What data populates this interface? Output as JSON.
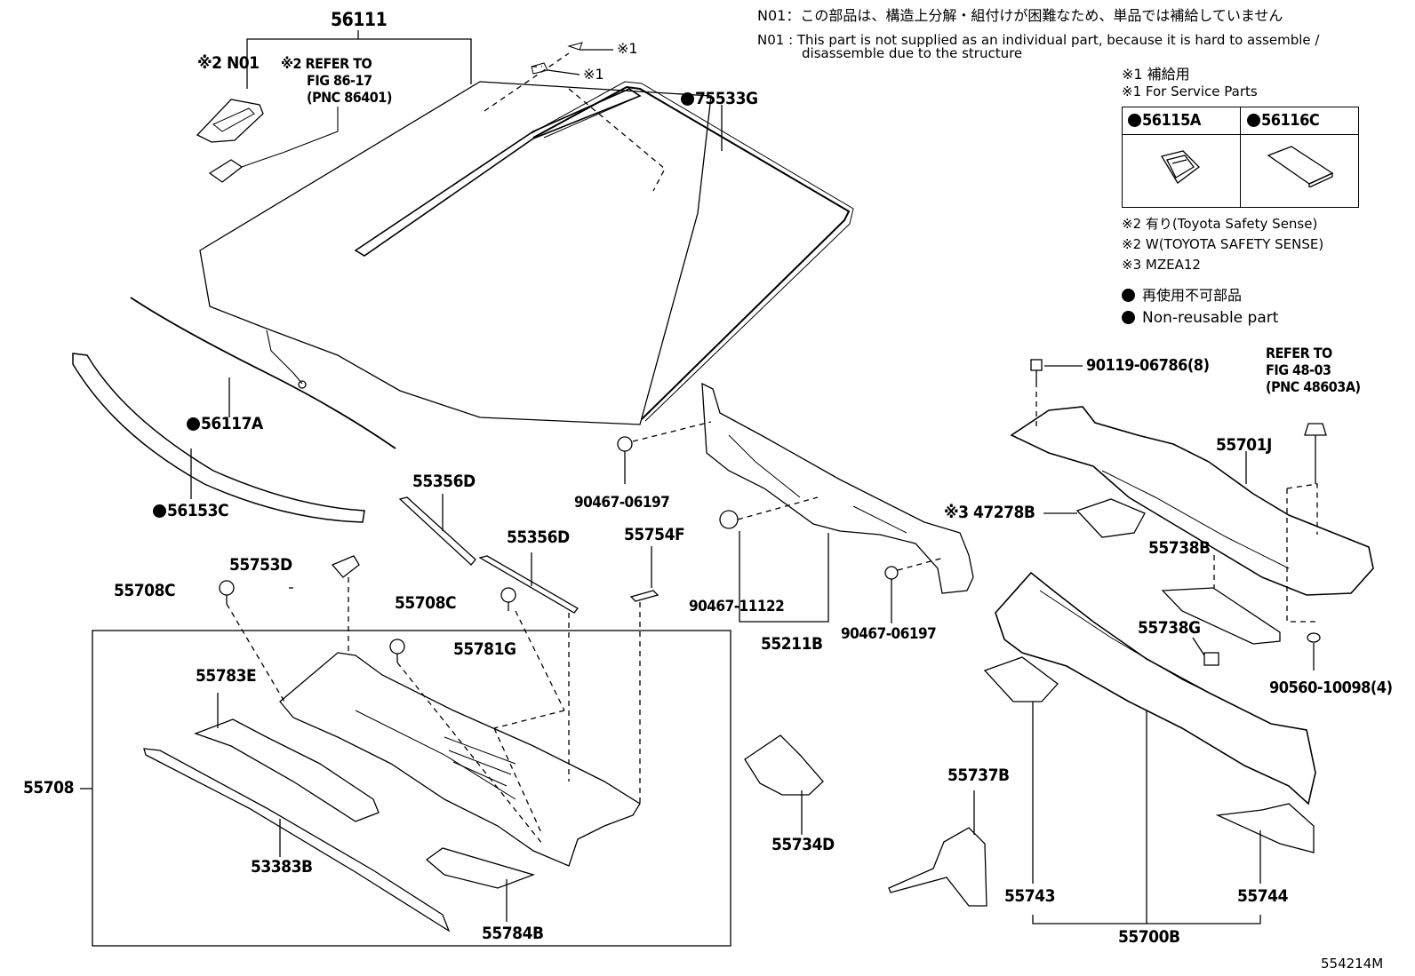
{
  "notes": {
    "n01_jp": "N01：この部品は、構造上分解・組付けが困難なため、単品では補給していません",
    "n01_en_1": "N01 :  This part is not supplied as an individual part, because it is hard to assemble /",
    "n01_en_2": "disassemble due to the structure",
    "s1_jp": "※1 補給用",
    "s1_en": "※1 For Service Parts",
    "s2_jp": "※2 有り(Toyota Safety Sense)",
    "s2_en": "※2 W(TOYOTA SAFETY SENSE)",
    "s3": "※3 MZEA12",
    "nonreuse_jp": "再使用不可部品",
    "nonreuse_en": "Non-reusable part"
  },
  "legend_box": {
    "left_label": "56115A",
    "right_label": "56116C"
  },
  "parts": {
    "p56111": "56111",
    "n01_mark": "※2 N01",
    "refer_a_1": "※2 REFER TO",
    "refer_a_2": "FIG 86-17",
    "refer_a_3": "(PNC 86401)",
    "s1_top": "※1",
    "s1_second": "※1",
    "p75533g": "75533G",
    "p56117a": "56117A",
    "p56153c": "56153C",
    "p55356d_a": "55356D",
    "p55356d_b": "55356D",
    "p90467_06197_a": "90467-06197",
    "p55754f": "55754F",
    "p55753d": "55753D",
    "p55708c_a": "55708C",
    "p55708c_b": "55708C",
    "p55781g": "55781G",
    "p55783e": "55783E",
    "p55708": "55708",
    "p53383b": "53383B",
    "p55784b": "55784B",
    "p90467_11122": "90467-11122",
    "p55211b": "55211B",
    "p90467_06197_b": "90467-06197",
    "p47278b": "※3 47278B",
    "p55734d": "55734D",
    "p90119": "90119-06786(8)",
    "refer_b_1": "REFER TO",
    "refer_b_2": "FIG 48-03",
    "refer_b_3": "(PNC 48603A)",
    "p55701j": "55701J",
    "p55738b": "55738B",
    "p55738g": "55738G",
    "p90560": "90560-10098(4)",
    "p55737b": "55737B",
    "p55743": "55743",
    "p55744": "55744",
    "p55700b": "55700B"
  },
  "figure_id": "554214M"
}
